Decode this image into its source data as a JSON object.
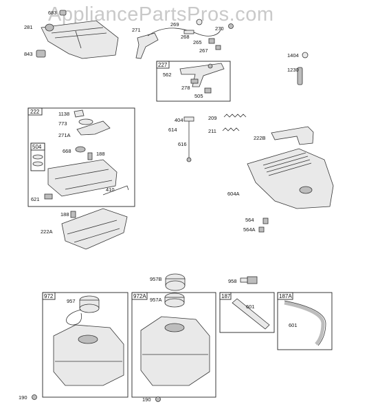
{
  "watermark": "AppliancePartsPros.com",
  "labels": {
    "l683": "683",
    "l281": "281",
    "l843": "843",
    "l269": "269",
    "l271": "271",
    "l268": "268",
    "l270": "270",
    "l265": "265",
    "l267": "267",
    "l1404": "1404",
    "l1230": "1230",
    "l227": "227",
    "l562": "562",
    "l278": "278",
    "l505": "505",
    "l222": "222",
    "l1138": "1138",
    "l773": "773",
    "l271a": "271A",
    "l668": "668",
    "l188a": "188",
    "l504": "504",
    "l410": "410",
    "l621": "621",
    "l404": "404",
    "l614": "614",
    "l616": "616",
    "l209": "209",
    "l211": "211",
    "l222b": "222B",
    "l604a": "604A",
    "l564": "564",
    "l564a": "564A",
    "l188b": "188",
    "l222a": "222A",
    "l957b": "957B",
    "l958": "958",
    "l972": "972",
    "l957": "957",
    "l972a": "972A",
    "l957a": "957A",
    "l187": "187",
    "l601a": "601",
    "l187a": "187A",
    "l601b": "601",
    "l190a": "190",
    "l190b": "190"
  }
}
